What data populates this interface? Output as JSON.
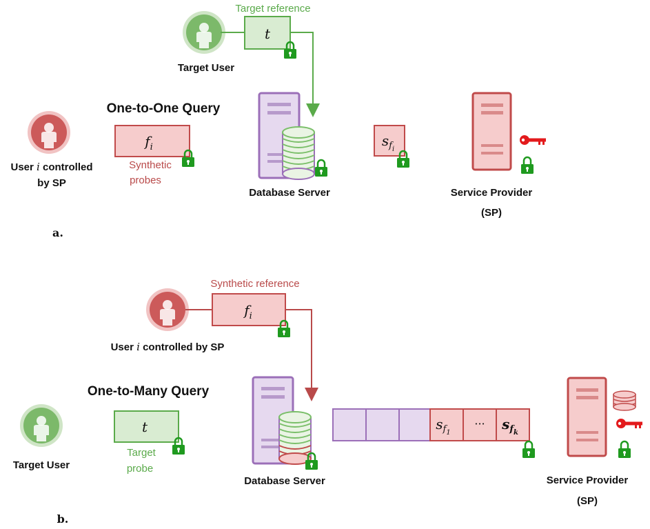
{
  "panel_a": {
    "tag": "a.",
    "title": "One-to-One Query",
    "target_reference_label": "Target reference",
    "target_user_label": "Target User",
    "target_template": "t",
    "sp_user_label_pre": "User",
    "sp_user_index": "i",
    "sp_user_label_post": "controlled",
    "sp_user_label_line2": "by SP",
    "probe_template": "f",
    "probe_sub": "i",
    "synthetic_probes_line1": "Synthetic",
    "synthetic_probes_line2": "probes",
    "database_label": "Database Server",
    "score": "s",
    "score_sub": "f",
    "score_subsub": "i",
    "sp_label_line1": "Service Provider",
    "sp_label_line2": "(SP)"
  },
  "panel_b": {
    "tag": "b.",
    "title": "One-to-Many Query",
    "synthetic_reference_label": "Synthetic reference",
    "reference_template": "f",
    "reference_sub": "i",
    "sp_user_label_pre": "User",
    "sp_user_index": "i",
    "sp_user_label_post": "controlled by SP",
    "target_user_label": "Target User",
    "target_template": "t",
    "target_probe_line1": "Target",
    "target_probe_line2": "probe",
    "database_label": "Database Server",
    "score_1": "s",
    "score_1_sub": "f",
    "score_1_subsub": "1",
    "ellipsis": "···",
    "score_k": "s",
    "score_k_sub": "f",
    "score_k_subsub": "k",
    "sp_label_line1": "Service Provider",
    "sp_label_line2": "(SP)"
  },
  "colors": {
    "green": "#5aaa4a",
    "green_fill": "#d9ecd2",
    "red": "#c04a4a",
    "red_fill": "#f6cccc",
    "purple": "#9b6fb8",
    "purple_fill": "#e6d9ef",
    "lock_green": "#1f9a1f",
    "key_red": "#e31a1c"
  },
  "icons": [
    "person-icon",
    "lock-icon",
    "key-icon",
    "server-icon",
    "database-icon"
  ]
}
